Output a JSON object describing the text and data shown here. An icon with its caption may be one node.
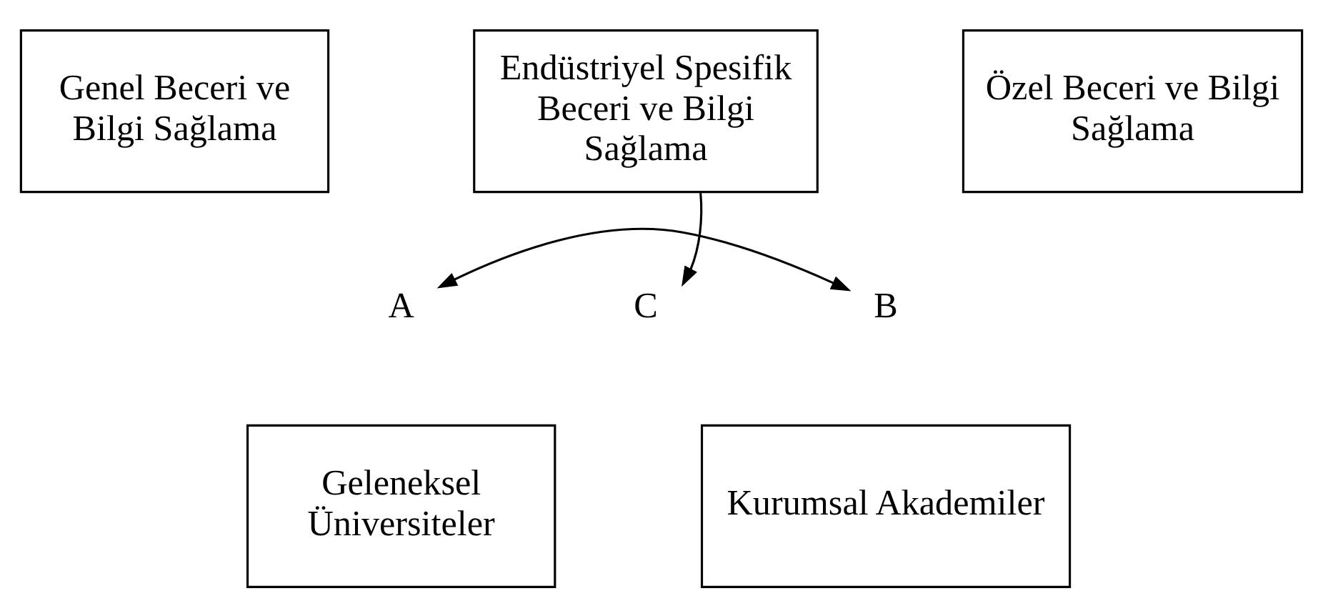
{
  "diagram": {
    "nodes": [
      {
        "text": [
          "Genel Beceri ve Bilgi Sağlama"
        ]
      },
      {
        "text": [
          "Endüstriyel Spesifik Beceri ve Bilgi Sağlama"
        ]
      },
      {
        "text": [
          "Özel Beceri ve Bilgi Sağlama"
        ]
      },
      {
        "text": [
          "A"
        ]
      },
      {
        "text": [
          "C"
        ]
      },
      {
        "text": [
          "B"
        ]
      },
      {
        "text": [
          "Geleneksel Üniversiteler"
        ]
      },
      {
        "text": [
          "Kurumsal Akademiler"
        ]
      }
    ],
    "edges": [
      {
        "from": 3,
        "to": 5,
        "arrow": "both"
      },
      {
        "from": 1,
        "to": 4,
        "arrow": "to"
      }
    ]
  }
}
